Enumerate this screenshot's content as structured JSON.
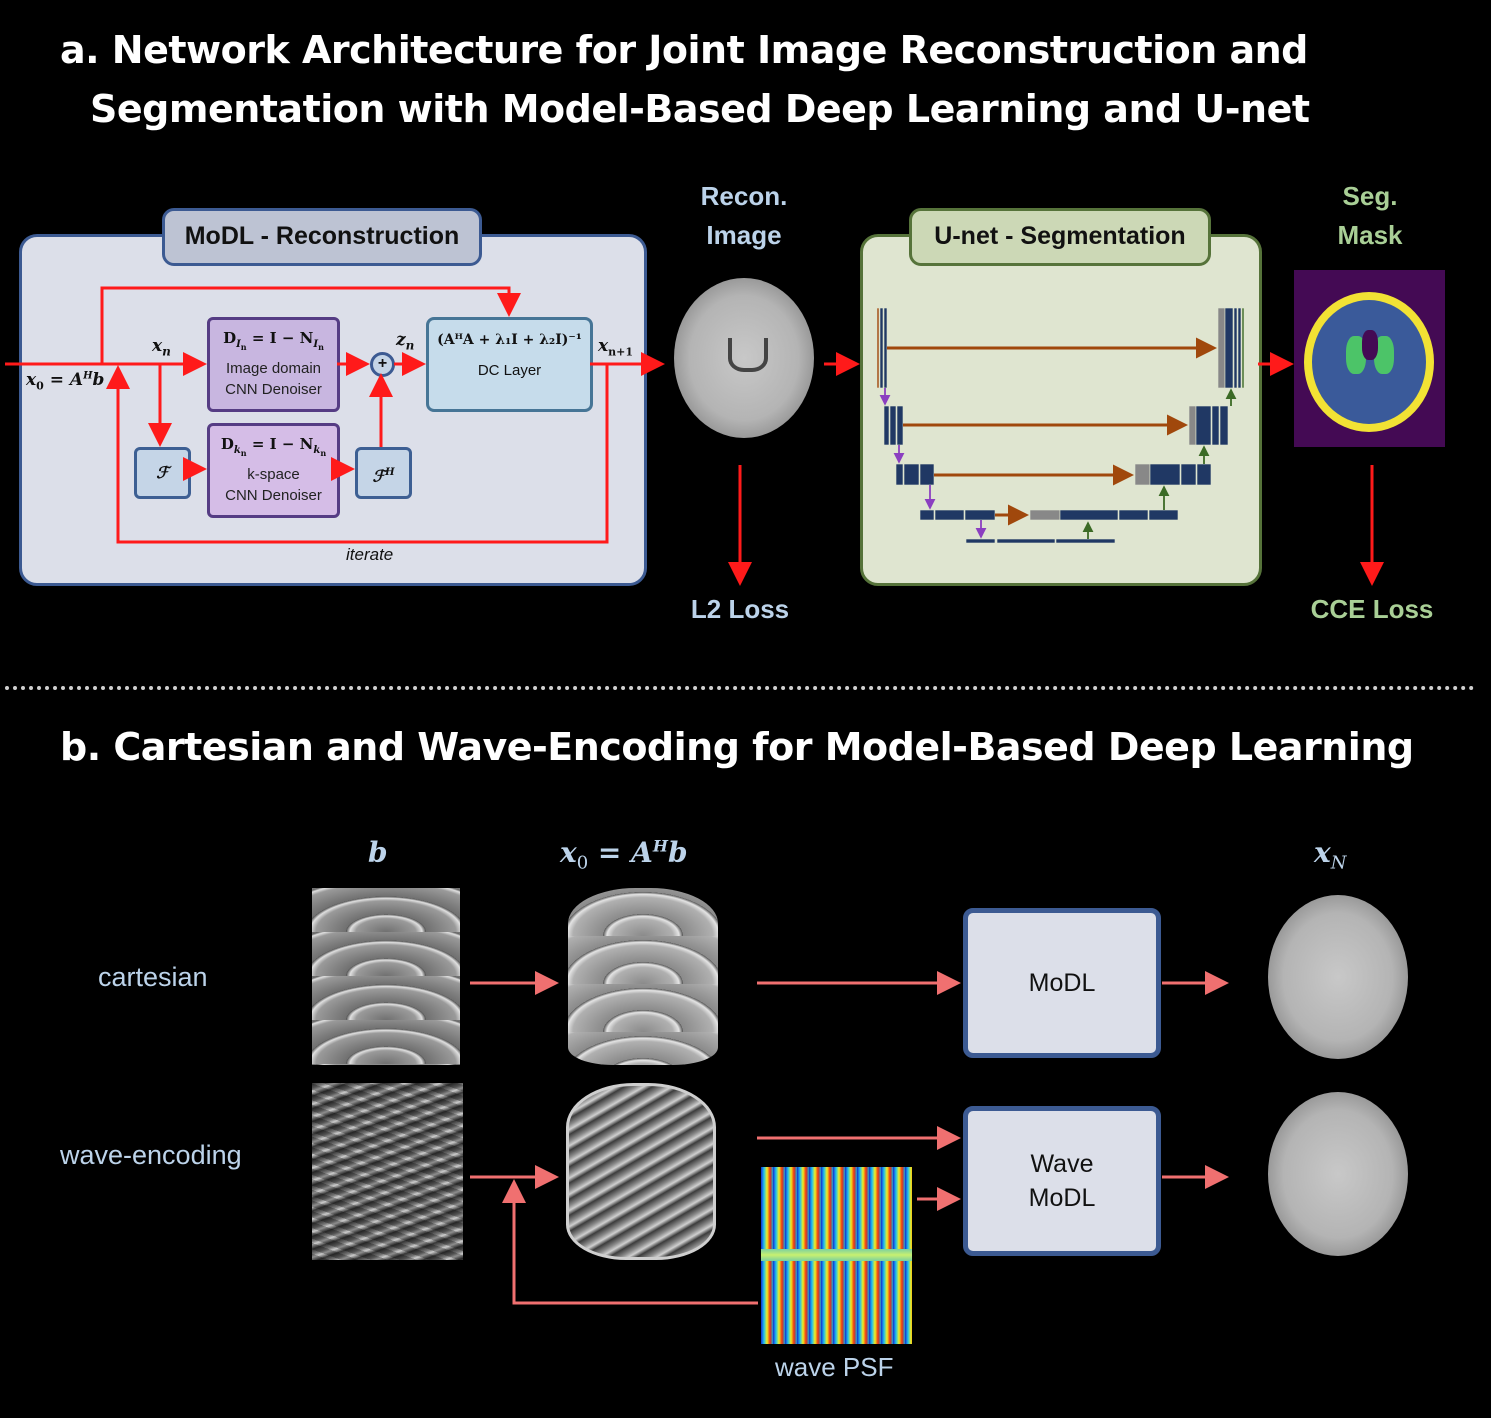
{
  "section_a": {
    "title_line1": "a. Network Architecture for Joint Image Reconstruction and",
    "title_line2": "Segmentation with Model-Based Deep Learning and U-net",
    "modl": {
      "header": "MoDL - Reconstruction",
      "input_label_var": "x",
      "input_label_sub": "0",
      "input_label_rhs": "= A",
      "input_label_sup": "H",
      "input_label_b": "b",
      "xn_var": "x",
      "xn_sub": "n",
      "zn_var": "z",
      "zn_sub": "n",
      "xn1_var": "x",
      "xn1_sub": "n+1",
      "image_denoiser": {
        "formula_lhs": "D",
        "formula_sub": "I",
        "formula_subsub": "n",
        "formula_rhs": "= I − N",
        "line1": "Image domain",
        "line2": "CNN Denoiser"
      },
      "kspace_denoiser": {
        "formula_lhs": "D",
        "formula_sub": "k",
        "formula_subsub": "n",
        "formula_rhs": "= I − N",
        "line1": "k-space",
        "line2": "CNN Denoiser"
      },
      "fourier_label": "ℱ",
      "inverse_fourier_label": "ℱ",
      "inverse_fourier_sup": "H",
      "sum_symbol": "+",
      "dc_formula": "(AᴴA + λ₁I + λ₂I)⁻¹",
      "dc_label": "DC Layer",
      "iterate_label": "iterate"
    },
    "recon": {
      "title_line1": "Recon.",
      "title_line2": "Image",
      "loss": "L2 Loss"
    },
    "unet": {
      "header": "U-net - Segmentation"
    },
    "seg": {
      "title_line1": "Seg.",
      "title_line2": "Mask",
      "loss": "CCE Loss"
    }
  },
  "section_b": {
    "title": "b. Cartesian and Wave-Encoding for Model-Based Deep Learning",
    "col_b": "b",
    "col_x0_var": "x",
    "col_x0_sub": "0",
    "col_x0_rhs": "= A",
    "col_x0_sup": "H",
    "col_x0_b": "b",
    "col_xN_var": "x",
    "col_xN_sub": "N",
    "rows": [
      {
        "label": "cartesian",
        "model": "MoDL"
      },
      {
        "label": "wave-encoding",
        "model_line1": "Wave",
        "model_line2": "MoDL"
      }
    ],
    "psf_label": "wave PSF"
  },
  "colors": {
    "red_arrow": "#ff1a1a",
    "salmon_arrow": "#f07070",
    "light_blue_text": "#bcd3ea",
    "light_green_text": "#a9cf96",
    "unet_block": "#203864",
    "unet_skip": "#a0480c",
    "unet_down": "#8b3fc0",
    "unet_up": "#3b6a25",
    "seg_bg": "#440a54"
  }
}
